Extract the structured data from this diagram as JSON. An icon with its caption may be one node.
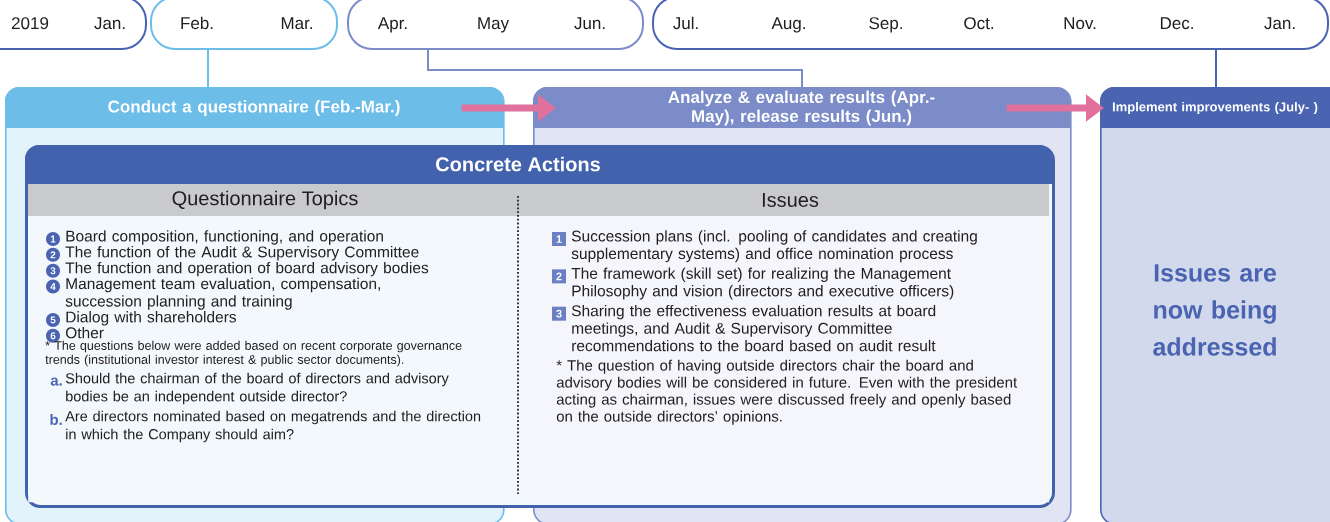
{
  "diagram": {
    "nodes": [
      {
        "text": [
          "2019",
          "Jan."
        ]
      },
      {
        "text": [
          "Feb.",
          "Mar."
        ]
      },
      {
        "text": [
          "Apr.",
          "May",
          "Jun."
        ]
      },
      {
        "text": [
          "Jul.",
          "Aug.",
          "Sep.",
          "Oct.",
          "Nov.",
          "Dec.",
          "Jan."
        ]
      },
      {
        "text": [
          "Conduct a questionnaire (Feb.-Mar.)"
        ]
      },
      {
        "text": [
          "Analyze & evaluate results (Apr.-May), release results (Jun.)"
        ]
      },
      {
        "text": [
          "Implement improvements (July- )",
          "Issues are now being addressed"
        ]
      },
      {
        "text": [
          "Concrete Actions"
        ]
      },
      {
        "text": [
          "Questionnaire Topics",
          "Board composition, functioning, and operation",
          "The function of the Audit & Supervisory Committee",
          "The function and operation of board advisory bodies",
          "Management team evaluation, compensation, succession planning and training",
          "Dialog with shareholders",
          "Other",
          "* The questions below were added based on recent corporate governance trends (institutional investor interest & public sector documents).",
          "Should the chairman of the board of directors and advisory bodies be an independent outside director?",
          "Are directors nominated based on megatrends and the direction in which the Company should aim?"
        ]
      },
      {
        "text": [
          "Issues",
          "Succession plans (incl. pooling of candidates and creating supplementary systems) and office nomination process",
          "The framework (skill set) for realizing the Management Philosophy and vision (directors and executive officers)",
          "Sharing the effectiveness evaluation results at board meetings, and Audit & Supervisory Committee recommendations to the board based on audit result",
          "* The question of having outside directors chair the board and advisory bodies will be considered in future. Even with the president acting as chairman, issues were discussed freely and openly based on the outside directors’ opinions."
        ]
      }
    ],
    "edges": [
      {
        "from": 1,
        "to": 4,
        "arrow": "none",
        "color": "#6cbde8"
      },
      {
        "from": 2,
        "to": 5,
        "arrow": "none",
        "color": "#7b8cc8"
      },
      {
        "from": 3,
        "to": 6,
        "arrow": "none",
        "color": "#4a64b2"
      },
      {
        "from": 4,
        "to": 5,
        "arrow": "to",
        "style": "thick",
        "color": "#e0709c"
      },
      {
        "from": 5,
        "to": 6,
        "arrow": "to",
        "style": "thick",
        "color": "#e0709c"
      }
    ],
    "labels": [
      "1",
      "2",
      "3",
      "4",
      "5",
      "6",
      "a.",
      "b.",
      "1",
      "2",
      "3"
    ]
  }
}
